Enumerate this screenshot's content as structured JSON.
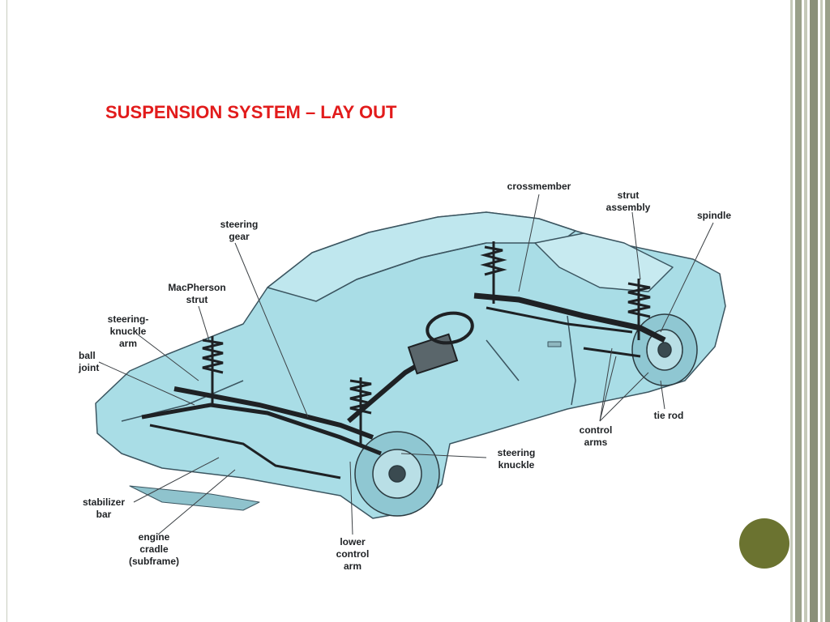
{
  "slide": {
    "title": "SUSPENSION SYSTEM – LAY OUT"
  },
  "colors": {
    "title": "#e21b1b",
    "car_body": "#a9dde6",
    "car_outline": "#3b5560",
    "accent_dot": "#6b7330",
    "side_bars": "#8a9079"
  },
  "labels": {
    "crossmember": [
      "crossmember"
    ],
    "strut_assembly": [
      "strut",
      "assembly"
    ],
    "spindle": [
      "spindle"
    ],
    "steering_gear": [
      "steering",
      "gear"
    ],
    "macpherson_strut": [
      "MacPherson",
      "strut"
    ],
    "steering_knuckle_arm": [
      "steering-",
      "knuckle",
      "arm"
    ],
    "ball_joint": [
      "ball",
      "joint"
    ],
    "tie_rod": [
      "tie rod"
    ],
    "control_arms": [
      "control",
      "arms"
    ],
    "steering_knuckle": [
      "steering",
      "knuckle"
    ],
    "stabilizer_bar": [
      "stabilizer",
      "bar"
    ],
    "engine_cradle": [
      "engine",
      "cradle",
      "(subframe)"
    ],
    "lower_control_arm": [
      "lower",
      "control",
      "arm"
    ]
  }
}
